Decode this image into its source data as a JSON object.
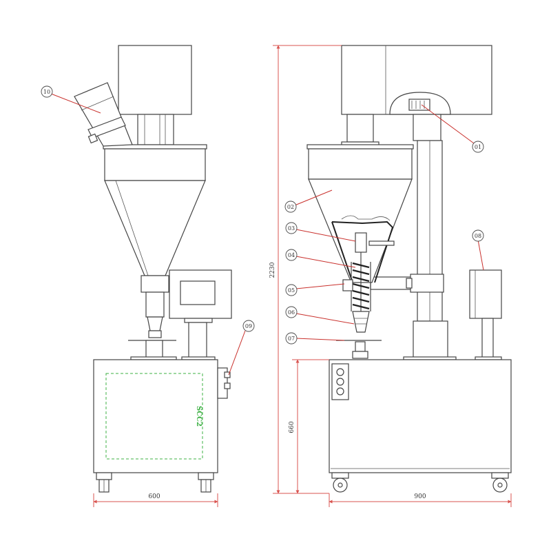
{
  "drawing": {
    "dimensions": {
      "overall_height": "2230",
      "base_height": "660",
      "side_width": "600",
      "front_width": "900"
    },
    "callouts": [
      "01",
      "02",
      "03",
      "04",
      "05",
      "06",
      "07",
      "08",
      "09",
      "10"
    ],
    "cabinet_label": "SCC2",
    "colors": {
      "outline": "#444444",
      "dimension": "#d9534f",
      "leader": "#c9302c",
      "dashed_panel": "#3cb043"
    }
  }
}
